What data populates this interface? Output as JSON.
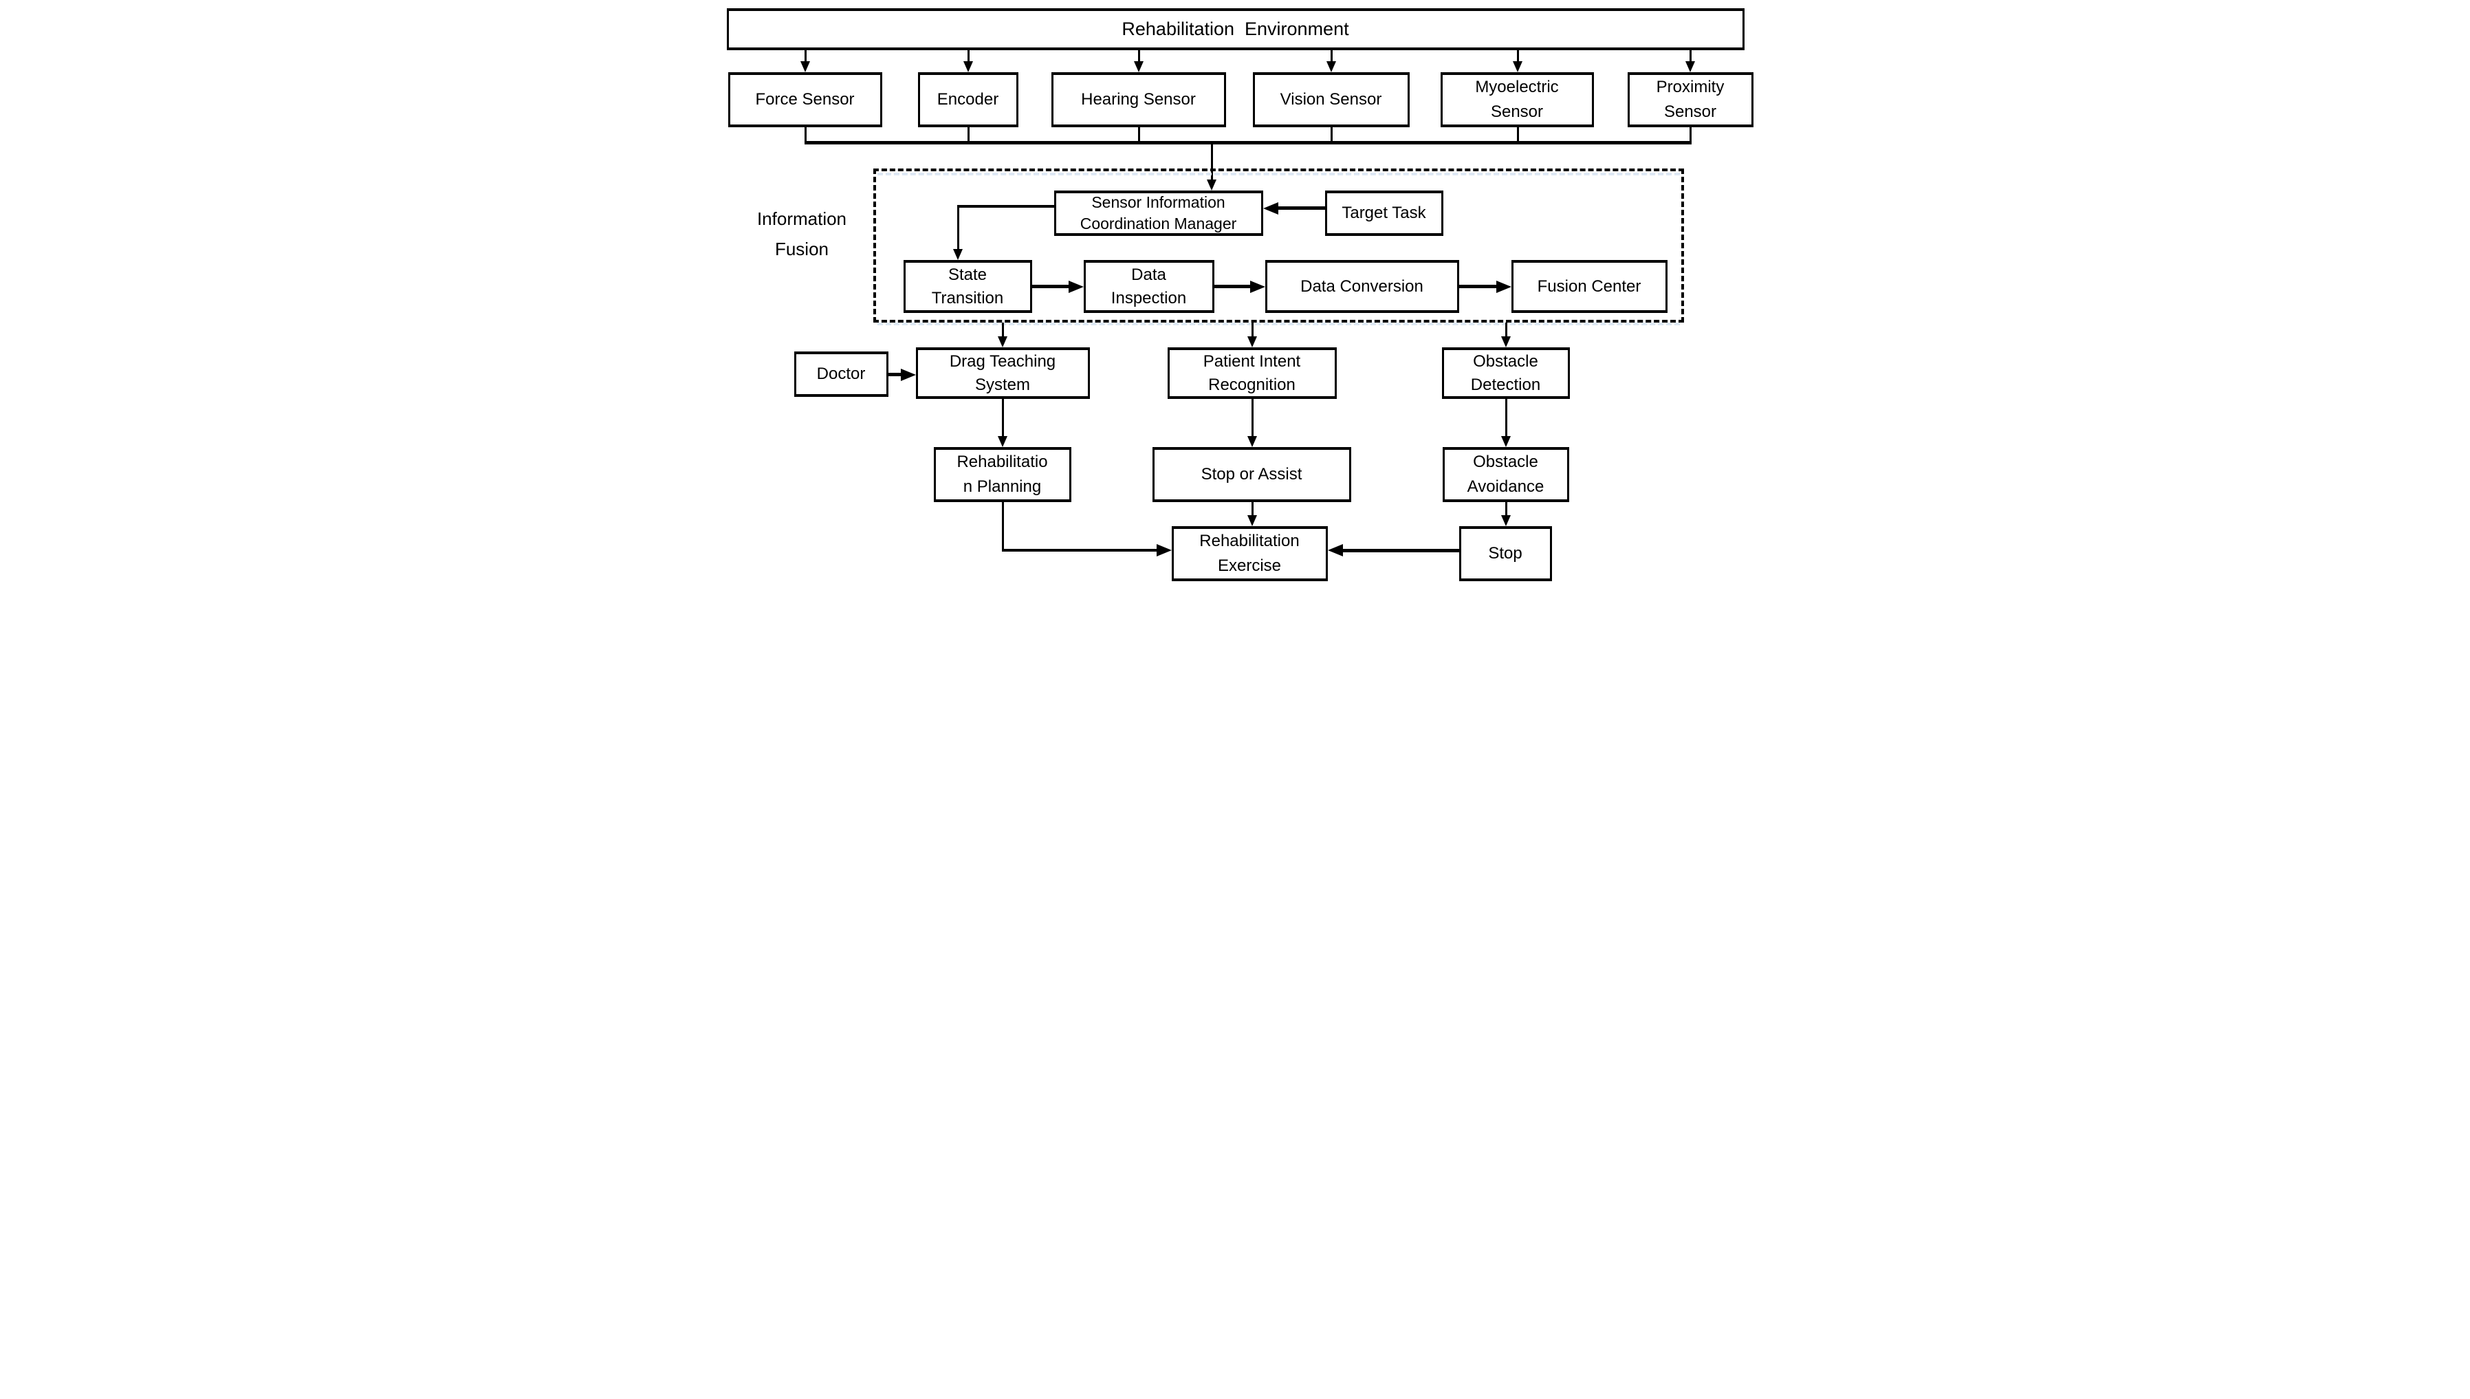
{
  "title": "Rehabilitation  Environment",
  "sensors": [
    "Force Sensor",
    "Encoder",
    "Hearing Sensor",
    "Vision Sensor",
    "Myoelectric\nSensor",
    "Proximity\nSensor"
  ],
  "fusion_group": {
    "label": "Information\nFusion",
    "coordination_manager": "Sensor Information\nCoordination Manager",
    "target_task": "Target Task",
    "state_transition": "State\nTransition",
    "data_inspection": "Data\nInspection",
    "data_conversion": "Data Conversion",
    "fusion_center": "Fusion Center"
  },
  "actors": {
    "doctor": "Doctor"
  },
  "modules": {
    "drag_teaching": "Drag Teaching\nSystem",
    "patient_intent": "Patient Intent\nRecognition",
    "obstacle_detection": "Obstacle\nDetection",
    "rehabilitation_planning": "Rehabilitatio\nn Planning",
    "stop_or_assist": "Stop or Assist",
    "obstacle_avoidance": "Obstacle\nAvoidance",
    "rehabilitation_exercise": "Rehabilitation\nExercise",
    "stop": "Stop"
  },
  "colors": {
    "ink": "#000000",
    "background": "#ffffff",
    "dash_tint": "#dde8f4"
  }
}
